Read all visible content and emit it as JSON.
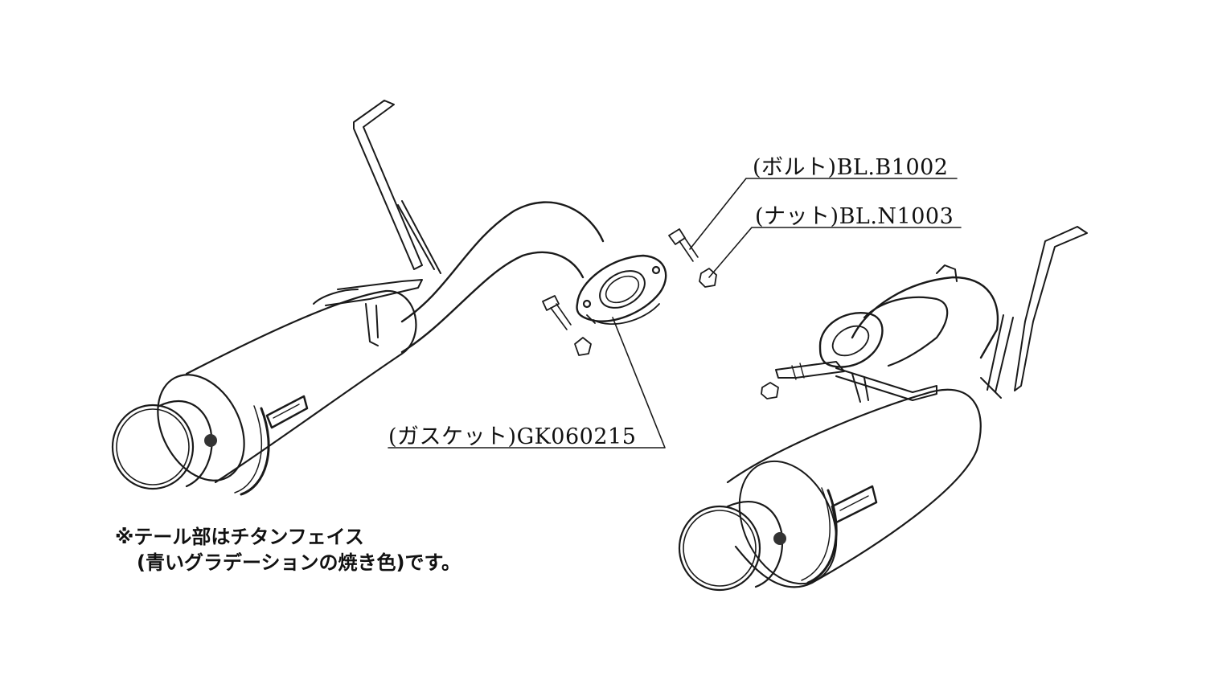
{
  "labels": {
    "bolt": "(ボルト)BL.B1002",
    "nut": "(ナット)BL.N1003",
    "gasket": "(ガスケット)GK060215"
  },
  "note": {
    "line1": "※テール部はチタンフェイス",
    "line2": "(青いグラデーションの焼き色)です。"
  }
}
